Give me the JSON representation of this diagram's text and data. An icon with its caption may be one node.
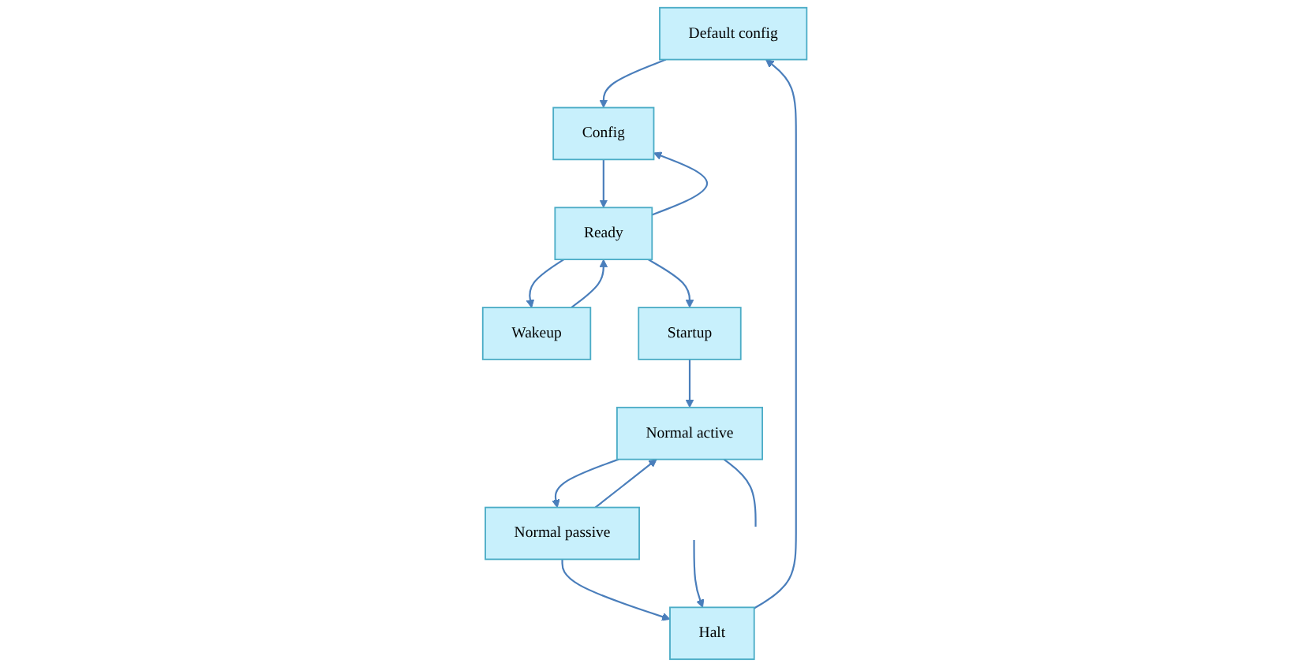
{
  "diagram": {
    "nodes": [
      {
        "text": [
          "Default config"
        ]
      },
      {
        "text": [
          "Config"
        ]
      },
      {
        "text": [
          "Halt"
        ]
      },
      {
        "text": [
          "Ready"
        ]
      },
      {
        "text": [
          "Normal passive"
        ]
      },
      {
        "text": [
          "Wakeup"
        ]
      },
      {
        "text": [
          "Startup"
        ]
      },
      {
        "text": [
          "Normal active"
        ]
      }
    ],
    "edges": [
      {
        "from": 0,
        "to": 1,
        "arrow": "to"
      },
      {
        "from": 2,
        "to": 0,
        "arrow": "to"
      },
      {
        "from": 1,
        "to": 3,
        "arrow": "to"
      },
      {
        "from": 3,
        "to": 1,
        "arrow": "to"
      },
      {
        "from": 5,
        "to": 3,
        "arrow": "to"
      },
      {
        "from": 3,
        "to": 5,
        "arrow": "to"
      },
      {
        "from": 3,
        "to": 6,
        "arrow": "to"
      },
      {
        "from": 6,
        "to": 7,
        "arrow": "to"
      },
      {
        "from": 7,
        "to": 4,
        "arrow": "to"
      },
      {
        "from": 4,
        "to": 7,
        "arrow": "to"
      },
      {
        "from": 4,
        "to": 2,
        "arrow": "to"
      },
      {
        "from": null,
        "to": 2,
        "arrow": "to"
      },
      {
        "from": 7,
        "to": null,
        "arrow": "none"
      }
    ]
  }
}
